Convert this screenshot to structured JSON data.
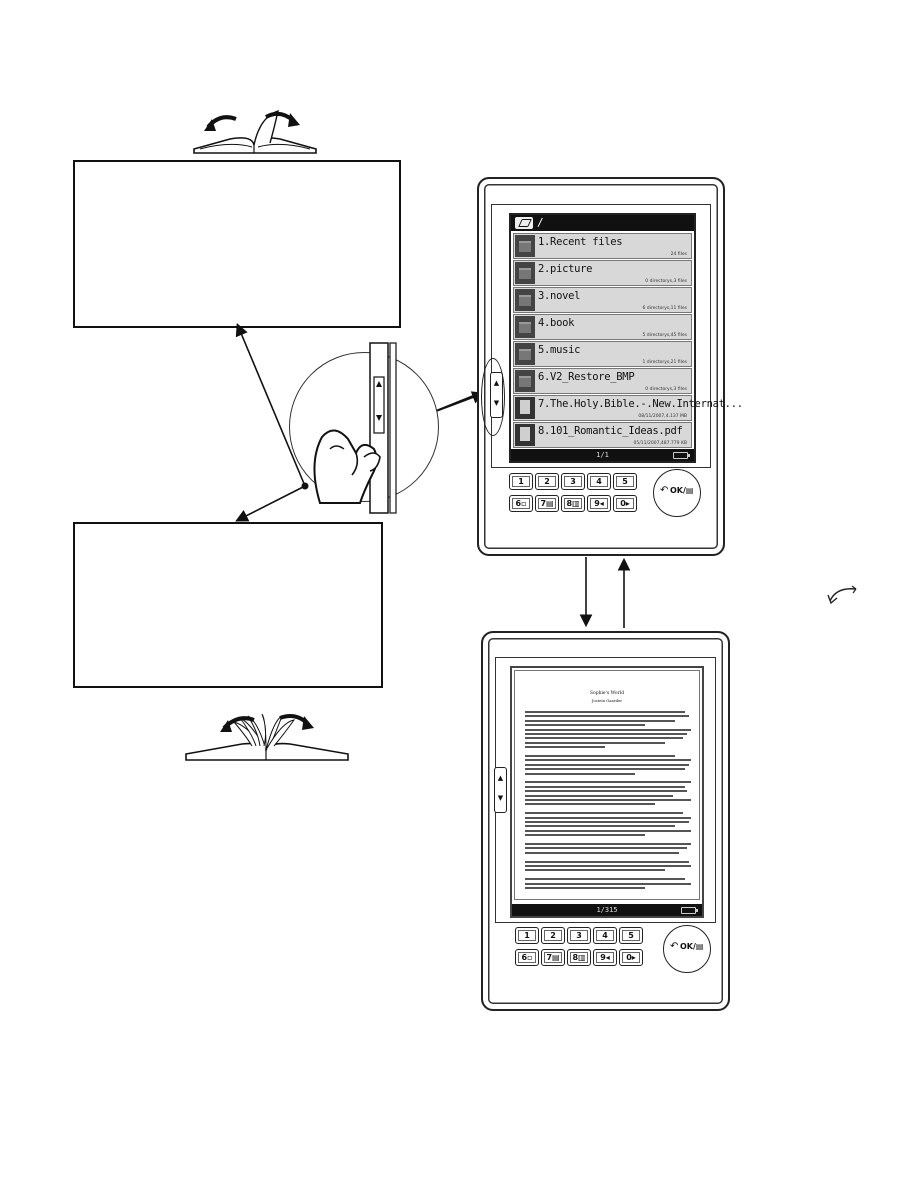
{
  "top_device": {
    "path": "/",
    "files": [
      {
        "name": "1.Recent files",
        "meta": "24 files",
        "icon": "folder-icon"
      },
      {
        "name": "2.picture",
        "meta": "0 directorys,3 files",
        "icon": "folder-icon"
      },
      {
        "name": "3.novel",
        "meta": "6 directorys,11 files",
        "icon": "folder-icon"
      },
      {
        "name": "4.book",
        "meta": "5 directorys,45 files",
        "icon": "folder-icon"
      },
      {
        "name": "5.music",
        "meta": "1 directorys,21 files",
        "icon": "folder-icon"
      },
      {
        "name": "6.V2_Restore_BMP",
        "meta": "0 directorys,3 files",
        "icon": "folder-icon"
      },
      {
        "name": "7.The.Holy.Bible.-.New.Internat...",
        "meta": "08/11/2007,4.137 MB",
        "icon": "document-icon"
      },
      {
        "name": "8.101_Romantic_Ideas.pdf",
        "meta": "05/11/2007,487.779 KB",
        "icon": "document-icon"
      }
    ],
    "page_indicator": "1/1"
  },
  "bottom_device": {
    "book_title": "Sophie's World",
    "book_author": "Jostein Gaarder",
    "page_indicator": "1/315"
  },
  "keypad": {
    "row1": [
      "1",
      "2",
      "3",
      "4",
      "5"
    ],
    "row2": [
      "6▫",
      "7▤",
      "8▥",
      "9◂",
      "0▸"
    ],
    "ok_label": "OK/▤"
  },
  "rocker": {
    "up": "▲",
    "down": "▼"
  }
}
